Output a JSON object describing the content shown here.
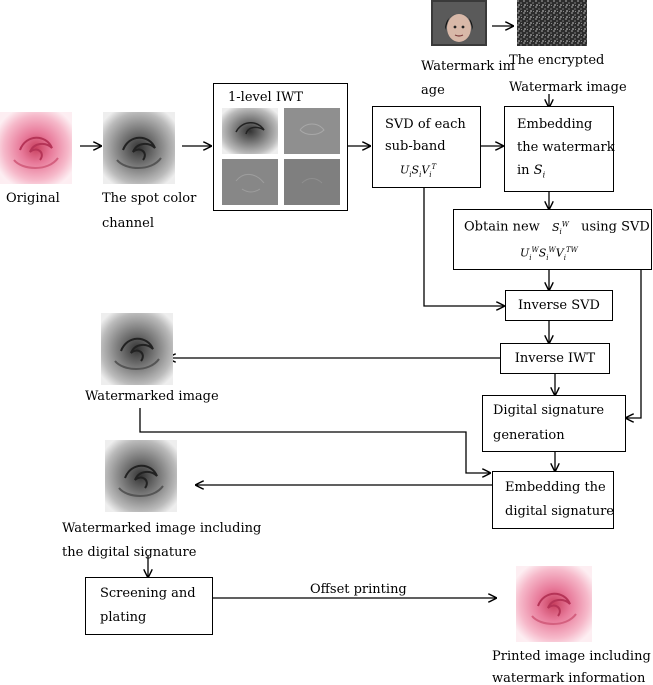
{
  "colors": {
    "rose_pink": "#e87a9a",
    "rose_light": "#fbe0e8",
    "gray_rose": "#7a7a7a",
    "line": "#000000"
  },
  "labels": {
    "original": "Original",
    "spot_color_1": "The spot color",
    "spot_color_2": "channel",
    "iwt_title": "1-level IWT",
    "watermark_image_1": "Watermark im",
    "watermark_image_2": "age",
    "encrypted_1": "The encrypted",
    "encrypted_2": "Watermark image",
    "svd_1": "SVD of each",
    "svd_2": "sub-band",
    "embed_1": "Embedding",
    "embed_2": "the watermark",
    "embed_3": "in",
    "obtain_1": "Obtain new",
    "obtain_2": "using SVD",
    "inverse_svd": "Inverse SVD",
    "inverse_iwt": "Inverse IWT",
    "watermarked": "Watermarked image",
    "dsg_1": "Digital signature",
    "dsg_2": "generation",
    "embed_sig_1": "Embedding the",
    "embed_sig_2": "digital signature",
    "wm_sig_1": "Watermarked image including",
    "wm_sig_2": "the digital signature",
    "screen_1": "Screening and",
    "screen_2": "plating",
    "offset": "Offset printing",
    "printed_1": "Printed image including",
    "printed_2": "watermark information"
  }
}
